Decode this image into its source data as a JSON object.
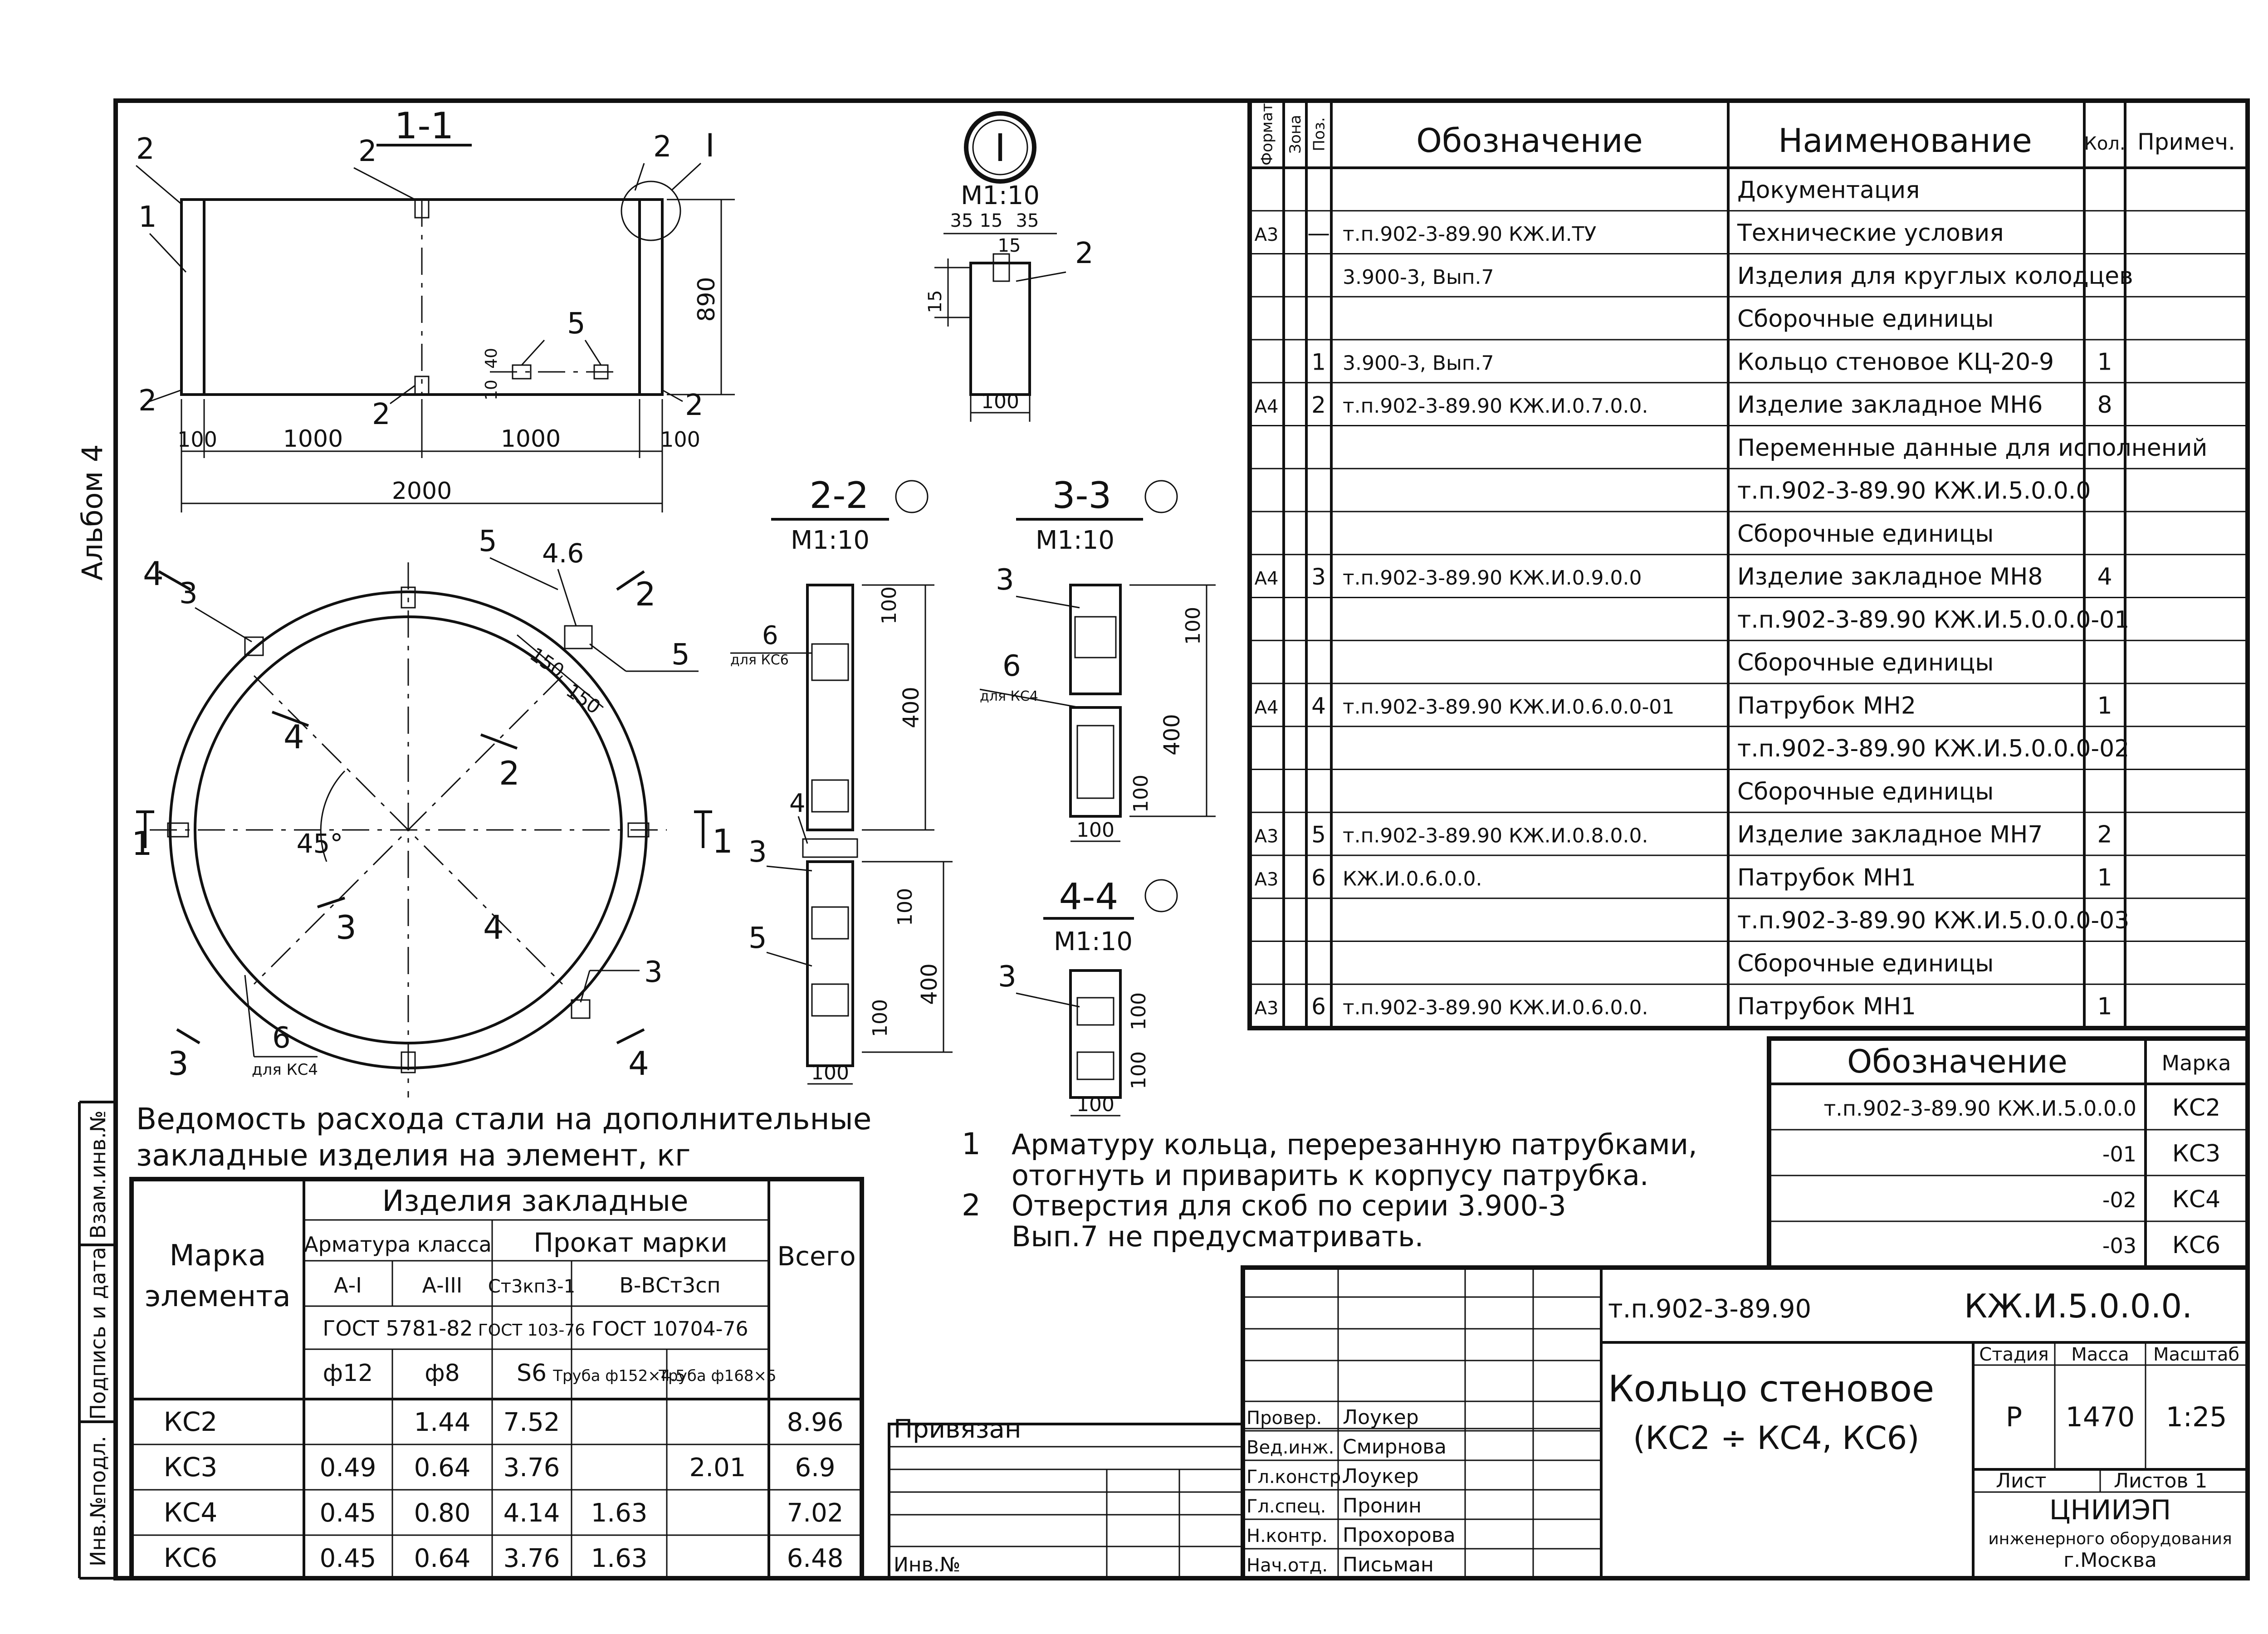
{
  "side": {
    "album": "Альбом 4",
    "stamp_cells": [
      "Инв.№подл.",
      "Подпись и дата",
      "Взам.инв.№"
    ]
  },
  "section_1_1": {
    "title": "1-1",
    "callouts": [
      "1",
      "2",
      "2",
      "2",
      "2",
      "2",
      "2",
      "5",
      "I"
    ],
    "dims": [
      "890",
      "100",
      "1000",
      "1000",
      "100",
      "2000",
      "40",
      "10"
    ]
  },
  "node_I": {
    "title": "I",
    "scale": "М1:10",
    "dims": [
      "35",
      "15",
      "35",
      "15",
      "15",
      "100"
    ],
    "callout": "2"
  },
  "plan": {
    "angle": "45°",
    "callouts": [
      "5",
      "4.6",
      "5",
      "3",
      "3",
      "6",
      "2"
    ],
    "cut_marks": [
      "4",
      "2",
      "1",
      "1",
      "2",
      "4",
      "3",
      "3",
      "4"
    ],
    "dims": [
      "150",
      "150"
    ],
    "note_kc4": "для КС4"
  },
  "section_2_2": {
    "title": "2-2",
    "scale": "М1:10",
    "callouts": [
      "6",
      "4",
      "3",
      "5"
    ],
    "note": "для КС6",
    "dims": [
      "100",
      "400",
      "100",
      "400",
      "100",
      "100"
    ]
  },
  "section_3_3": {
    "title": "3-3",
    "scale": "М1:10",
    "callouts": [
      "3",
      "6"
    ],
    "note": "для КС4",
    "dims": [
      "100",
      "400",
      "100",
      "100"
    ]
  },
  "section_4_4": {
    "title": "4-4",
    "scale": "М1:10",
    "callout": "3",
    "dims": [
      "100",
      "100",
      "100"
    ]
  },
  "spec_table": {
    "headers": [
      "Формат",
      "Зона",
      "Поз.",
      "Обозначение",
      "Наименование",
      "Кол.",
      "Примеч."
    ],
    "rows": [
      {
        "format": "",
        "zone": "",
        "pos": "",
        "designation": "",
        "name": "Документация",
        "qty": "",
        "note": ""
      },
      {
        "format": "А3",
        "zone": "",
        "pos": "—",
        "designation": "т.п.902-3-89.90          КЖ.И.ТУ",
        "name": "Технические условия",
        "qty": "",
        "note": ""
      },
      {
        "format": "",
        "zone": "",
        "pos": "",
        "designation": "3.900-3, Вып.7",
        "name": "Изделия для круглых колодцев",
        "qty": "",
        "note": ""
      },
      {
        "format": "",
        "zone": "",
        "pos": "",
        "designation": "",
        "name": "Сборочные единицы",
        "qty": "",
        "note": ""
      },
      {
        "format": "",
        "zone": "",
        "pos": "1",
        "designation": "3.900-3, Вып.7",
        "name": "Кольцо стеновое КЦ-20-9",
        "qty": "1",
        "note": ""
      },
      {
        "format": "А4",
        "zone": "",
        "pos": "2",
        "designation": "т.п.902-3-89.90   КЖ.И.0.7.0.0.",
        "name": "Изделие закладное МН6",
        "qty": "8",
        "note": ""
      },
      {
        "format": "",
        "zone": "",
        "pos": "",
        "designation": "",
        "name": "Переменные данные для исполнений",
        "qty": "",
        "note": ""
      },
      {
        "format": "",
        "zone": "",
        "pos": "",
        "designation": "",
        "name": "т.п.902-3-89.90   КЖ.И.5.0.0.0",
        "qty": "",
        "note": ""
      },
      {
        "format": "",
        "zone": "",
        "pos": "",
        "designation": "",
        "name": "Сборочные единицы",
        "qty": "",
        "note": ""
      },
      {
        "format": "А4",
        "zone": "",
        "pos": "3",
        "designation": "т.п.902-3-89.90   КЖ.И.0.9.0.0",
        "name": "Изделие закладное МН8",
        "qty": "4",
        "note": ""
      },
      {
        "format": "",
        "zone": "",
        "pos": "",
        "designation": "",
        "name": "т.п.902-3-89.90  КЖ.И.5.0.0.0-01",
        "qty": "",
        "note": ""
      },
      {
        "format": "",
        "zone": "",
        "pos": "",
        "designation": "",
        "name": "Сборочные единицы",
        "qty": "",
        "note": ""
      },
      {
        "format": "А4",
        "zone": "",
        "pos": "4",
        "designation": "т.п.902-3-89.90   КЖ.И.0.6.0.0-01",
        "name": "Патрубок   МН2",
        "qty": "1",
        "note": ""
      },
      {
        "format": "",
        "zone": "",
        "pos": "",
        "designation": "",
        "name": "т.п.902-3-89.90 КЖ.И.5.0.0.0-02",
        "qty": "",
        "note": ""
      },
      {
        "format": "",
        "zone": "",
        "pos": "",
        "designation": "",
        "name": "Сборочные единицы",
        "qty": "",
        "note": ""
      },
      {
        "format": "А3",
        "zone": "",
        "pos": "5",
        "designation": "т.п.902-3-89.90   КЖ.И.0.8.0.0.",
        "name": "Изделие закладное МН7",
        "qty": "2",
        "note": ""
      },
      {
        "format": "А3",
        "zone": "",
        "pos": "6",
        "designation": "КЖ.И.0.6.0.0.",
        "name": "Патрубок   МН1",
        "qty": "1",
        "note": ""
      },
      {
        "format": "",
        "zone": "",
        "pos": "",
        "designation": "",
        "name": "т.п.902-3-89.90 КЖ.И.5.0.0.0-03",
        "qty": "",
        "note": ""
      },
      {
        "format": "",
        "zone": "",
        "pos": "",
        "designation": "",
        "name": "Сборочные единицы",
        "qty": "",
        "note": ""
      },
      {
        "format": "А3",
        "zone": "",
        "pos": "6",
        "designation": "т.п.902-3-89.90   КЖ.И.0.6.0.0.",
        "name": "Патрубок    МН1",
        "qty": "1",
        "note": ""
      }
    ]
  },
  "marks_table": {
    "headers": [
      "Обозначение",
      "Марка"
    ],
    "rows": [
      {
        "designation": "т.п.902-3-89.90    КЖ.И.5.0.0.0",
        "mark": "КС2"
      },
      {
        "designation": "-01",
        "mark": "КС3"
      },
      {
        "designation": "-02",
        "mark": "КС4"
      },
      {
        "designation": "-03",
        "mark": "КС6"
      }
    ]
  },
  "steel_table": {
    "title": "Ведомость расхода стали на дополнительные закладные изделия на элемент, кг",
    "header_element": "Марка элемента",
    "header_items": "Изделия закладные",
    "header_rebar": "Арматура класса",
    "header_rolled": "Прокат марки",
    "header_total": "Всего",
    "rebar_classes": [
      "А-I",
      "А-III"
    ],
    "rebar_gost": "ГОСТ 5781-82",
    "rolled_grades": [
      "Ст3кп3-1",
      "В-ВСт3сп"
    ],
    "rolled_gosts": [
      "ГОСТ 103-76",
      "ГОСТ 10704-76"
    ],
    "sizes": [
      "ф12",
      "ф8",
      "S6",
      "Труба ф152×4.5",
      "Труба ф168×5"
    ],
    "rows": [
      {
        "mark": "КС2",
        "a1": "",
        "a3": "1.44",
        "s6": "7.52",
        "p152": "",
        "p168": "",
        "total": "8.96"
      },
      {
        "mark": "КС3",
        "a1": "0.49",
        "a3": "0.64",
        "s6": "3.76",
        "p152": "",
        "p168": "2.01",
        "total": "6.9"
      },
      {
        "mark": "КС4",
        "a1": "0.45",
        "a3": "0.80",
        "s6": "4.14",
        "p152": "1.63",
        "p168": "",
        "total": "7.02"
      },
      {
        "mark": "КС6",
        "a1": "0.45",
        "a3": "0.64",
        "s6": "3.76",
        "p152": "1.63",
        "p168": "",
        "total": "6.48"
      }
    ]
  },
  "notes": [
    {
      "num": "1",
      "lines": [
        "Арматуру кольца, перерезанную патрубками,",
        "отогнуть и приварить к корпусу патрубка."
      ]
    },
    {
      "num": "2",
      "lines": [
        "Отверстия для скоб по серии 3.900-3",
        "Вып.7 не предусматривать."
      ]
    }
  ],
  "title_block": {
    "project": "т.п.902-3-89.90",
    "code": "КЖ.И.5.0.0.0.",
    "name_lines": [
      "Кольцо стеновое",
      "(КС2 ÷ КС4, КС6)"
    ],
    "stage_label": "Стадия",
    "mass_label": "Масса",
    "scale_label": "Масштаб",
    "stage": "Р",
    "mass": "1470",
    "scale": "1:25",
    "sheet_label": "Лист",
    "sheets_label": "Листов 1",
    "org_lines": [
      "ЦНИИЭП",
      "инженерного оборудования",
      "г.Москва"
    ],
    "roles": [
      {
        "role": "Провер.",
        "name": "Лоукер"
      },
      {
        "role": "Вед.инж.",
        "name": "Смирнова"
      },
      {
        "role": "Гл.констр.",
        "name": "Лоукер"
      },
      {
        "role": "Гл.спец.",
        "name": "Пронин"
      },
      {
        "role": "Н.контр.",
        "name": "Прохорова"
      },
      {
        "role": "Нач.отд.",
        "name": "Письман"
      }
    ],
    "linked": "Привязан",
    "inv": "Инв.№"
  }
}
